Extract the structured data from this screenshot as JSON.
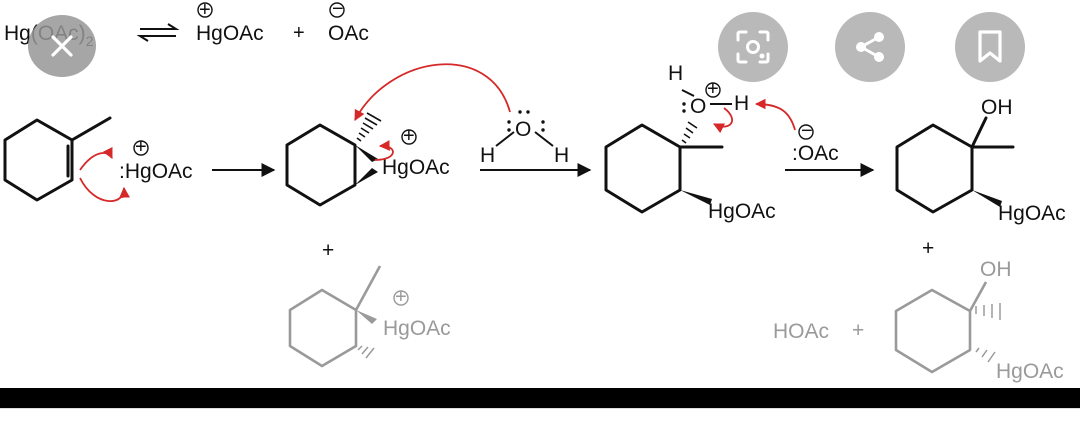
{
  "equilibrium": {
    "reactant": "Hg(OAc)",
    "reactant_sub": "2",
    "product1": "HgOAc",
    "plus": "+",
    "product2": "OAc",
    "charge_pos": "+",
    "charge_neg": "−"
  },
  "step1": {
    "reagent": "HgOAc",
    "lone_pair": ":",
    "charge": "+"
  },
  "step2": {
    "label": "HgOAc",
    "charge": "+",
    "plus": "+"
  },
  "water": {
    "o": "O",
    "h": "H"
  },
  "step3": {
    "h": "H",
    "o": "O",
    "label": "HgOAc",
    "charge": "+"
  },
  "base": {
    "label": "OAc",
    "charge": "−"
  },
  "product": {
    "oh": "OH",
    "label": "HgOAc",
    "plus": "+"
  },
  "minor": {
    "cation_label": "HgOAc",
    "cation_charge": "+",
    "acid": "HOAc",
    "plus": "+",
    "oh": "OH",
    "label": "HgOAc"
  },
  "icons": [
    "close-icon",
    "lens-scan-icon",
    "share-icon",
    "bookmark-icon"
  ],
  "colors": {
    "mechanism_arrow": "#d62828",
    "faint": "#9a9a9a",
    "overlay": "#aaaaaa"
  }
}
